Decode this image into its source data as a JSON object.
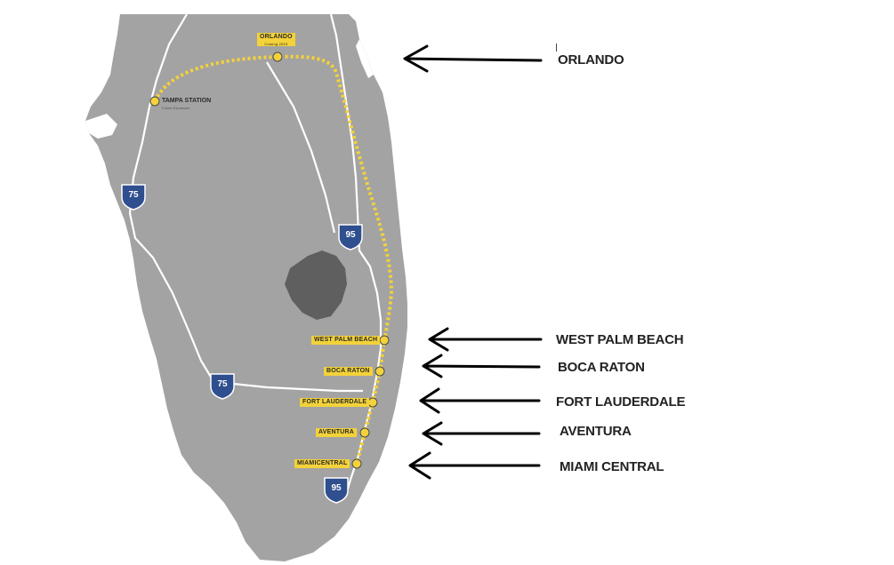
{
  "colors": {
    "land": "#a3a3a3",
    "lake": "#5f5f5f",
    "road": "#ffffff",
    "rail": "#f3d23a",
    "station_tag": "#f3d23a",
    "shield": "#2f4f8f",
    "arrow": "#000000"
  },
  "map": {
    "stations": [
      {
        "label": "ORLANDO",
        "sublabel": "Coming 2023"
      },
      {
        "label": "TAMPA STATION",
        "sublabel": "Future Expansion"
      },
      {
        "label": "WEST PALM BEACH"
      },
      {
        "label": "BOCA RATON"
      },
      {
        "label": "FORT LAUDERDALE"
      },
      {
        "label": "AVENTURA"
      },
      {
        "label": "MIAMICENTRAL"
      }
    ],
    "shields": [
      {
        "number": "75",
        "icon": "interstate-shield-icon"
      },
      {
        "number": "95",
        "icon": "interstate-shield-icon"
      },
      {
        "number": "75",
        "icon": "interstate-shield-icon"
      },
      {
        "number": "95",
        "icon": "interstate-shield-icon"
      }
    ]
  },
  "callouts": [
    {
      "label": "ORLANDO",
      "icon": "arrow-left-icon"
    },
    {
      "label": "WEST PALM BEACH",
      "icon": "arrow-left-icon"
    },
    {
      "label": "BOCA RATON",
      "icon": "arrow-left-icon"
    },
    {
      "label": "FORT LAUDERDALE",
      "icon": "arrow-left-icon"
    },
    {
      "label": "AVENTURA",
      "icon": "arrow-left-icon"
    },
    {
      "label": "MIAMI CENTRAL",
      "icon": "arrow-left-icon"
    }
  ]
}
